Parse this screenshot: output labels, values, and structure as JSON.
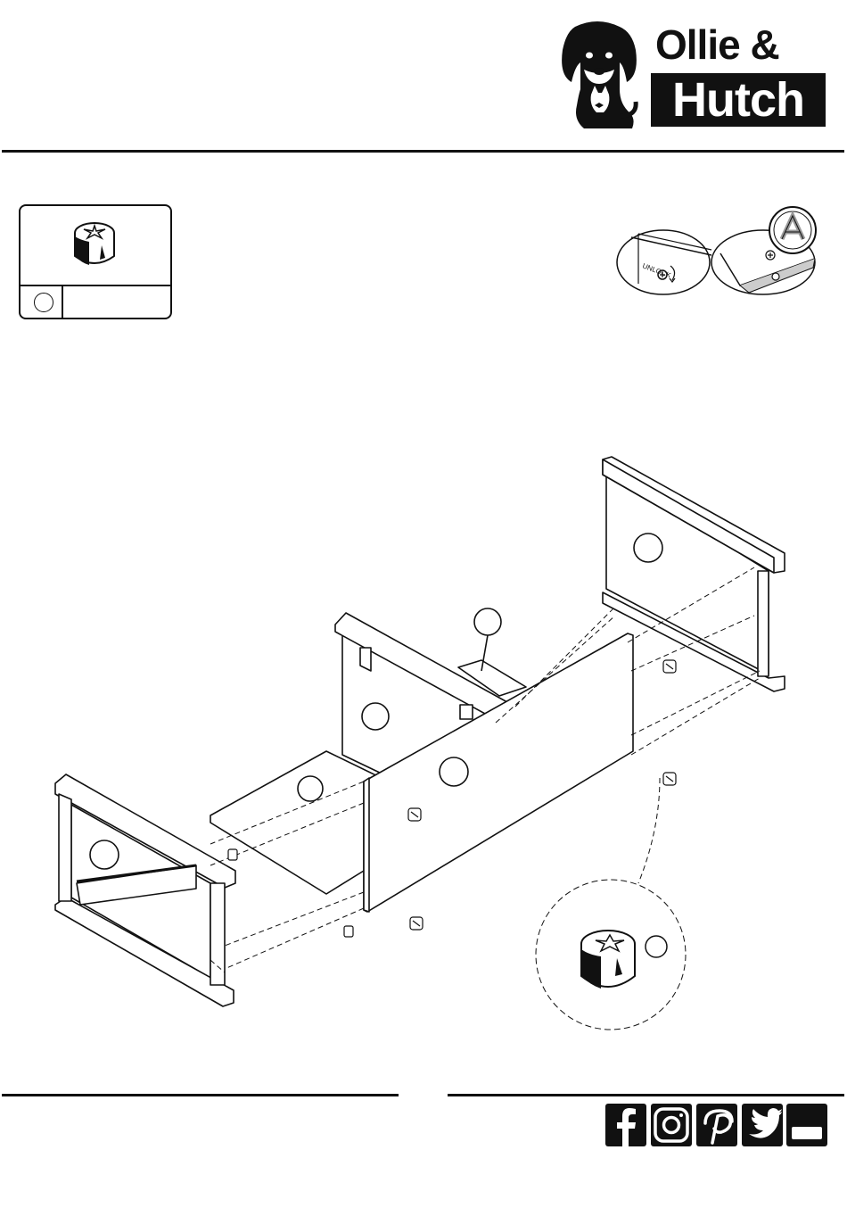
{
  "brand": {
    "line1": "Ollie &",
    "line2": "Hutch"
  },
  "header": {
    "rule_color": "#111111"
  },
  "hardware": {
    "part_icon": "cam-lock-nut-icon"
  },
  "detail": {
    "unlock_label": "UNLOCK"
  },
  "social": {
    "icons": [
      "facebook-icon",
      "instagram-icon",
      "pinterest-icon",
      "twitter-icon",
      "youtube-icon"
    ]
  }
}
